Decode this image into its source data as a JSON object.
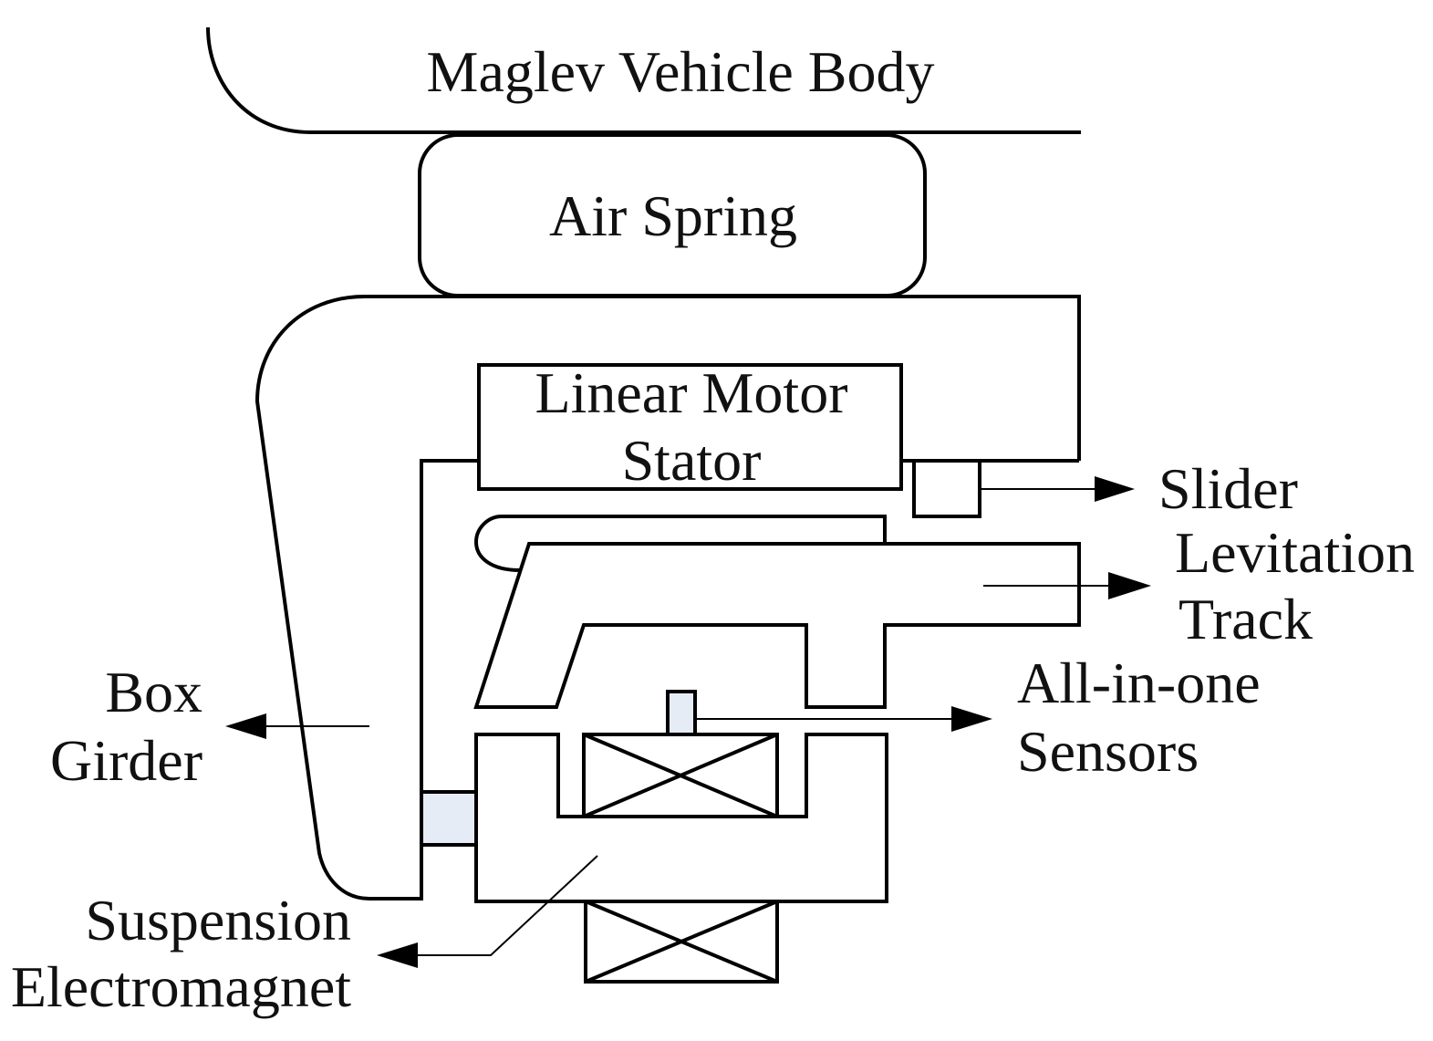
{
  "labels": {
    "vehicle_body": "Maglev Vehicle  Body",
    "air_spring": "Air Spring",
    "stator_line1": "Linear Motor",
    "stator_line2": "Stator",
    "slider": "Slider",
    "track_line1": "Levitation",
    "track_line2": "Track",
    "box_line1": "Box",
    "box_line2": "Girder",
    "sensors_line1": "All-in-one",
    "sensors_line2": "Sensors",
    "magnet_line1": "Suspension",
    "magnet_line2": "Electromagnet"
  },
  "colors": {
    "stroke": "#000000",
    "sensor_fill": "#e6ecf5",
    "text": "#111111"
  }
}
